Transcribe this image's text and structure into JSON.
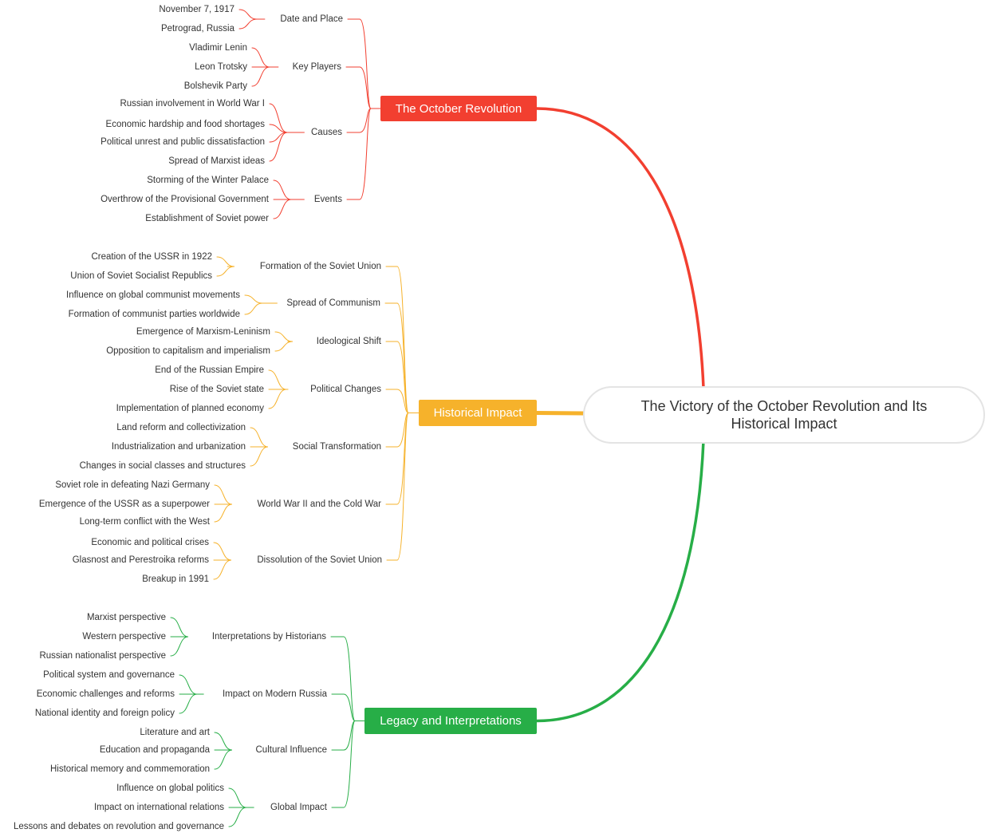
{
  "root": {
    "title": "The Victory of the October Revolution and Its Historical Impact"
  },
  "colors": {
    "red": "#f23f30",
    "yellow": "#f6b22b",
    "green": "#27ae47"
  },
  "branches": [
    {
      "label": "The October Revolution",
      "color": "#f23f30",
      "children": [
        {
          "label": "Date and Place",
          "leaves": [
            "November 7, 1917",
            "Petrograd, Russia"
          ]
        },
        {
          "label": "Key Players",
          "leaves": [
            "Vladimir Lenin",
            "Leon Trotsky",
            "Bolshevik Party"
          ]
        },
        {
          "label": "Causes",
          "leaves": [
            "Russian involvement in World War I",
            "Economic hardship and food shortages",
            "Political unrest and public dissatisfaction",
            "Spread of Marxist ideas"
          ]
        },
        {
          "label": "Events",
          "leaves": [
            "Storming of the Winter Palace",
            "Overthrow of the Provisional Government",
            "Establishment of Soviet power"
          ]
        }
      ]
    },
    {
      "label": "Historical Impact",
      "color": "#f6b22b",
      "children": [
        {
          "label": "Formation of the Soviet Union",
          "leaves": [
            "Creation of the USSR in 1922",
            "Union of Soviet Socialist Republics"
          ]
        },
        {
          "label": "Spread of Communism",
          "leaves": [
            "Influence on global communist movements",
            "Formation of communist parties worldwide"
          ]
        },
        {
          "label": "Ideological Shift",
          "leaves": [
            "Emergence of Marxism-Leninism",
            "Opposition to capitalism and imperialism"
          ]
        },
        {
          "label": "Political Changes",
          "leaves": [
            "End of the Russian Empire",
            "Rise of the Soviet state",
            "Implementation of planned economy"
          ]
        },
        {
          "label": "Social Transformation",
          "leaves": [
            "Land reform and collectivization",
            "Industrialization and urbanization",
            "Changes in social classes and structures"
          ]
        },
        {
          "label": "World War II and the Cold War",
          "leaves": [
            "Soviet role in defeating Nazi Germany",
            "Emergence of the USSR as a superpower",
            "Long-term conflict with the West"
          ]
        },
        {
          "label": "Dissolution of the Soviet Union",
          "leaves": [
            "Economic and political crises",
            "Glasnost and Perestroika reforms",
            "Breakup in 1991"
          ]
        }
      ]
    },
    {
      "label": "Legacy and Interpretations",
      "color": "#27ae47",
      "children": [
        {
          "label": "Interpretations by Historians",
          "leaves": [
            "Marxist perspective",
            "Western perspective",
            "Russian nationalist perspective"
          ]
        },
        {
          "label": "Impact on Modern Russia",
          "leaves": [
            "Political system and governance",
            "Economic challenges and reforms",
            "National identity and foreign policy"
          ]
        },
        {
          "label": "Cultural Influence",
          "leaves": [
            "Literature and art",
            "Education and propaganda",
            "Historical memory and commemoration"
          ]
        },
        {
          "label": "Global Impact",
          "leaves": [
            "Influence on global politics",
            "Impact on international relations",
            "Lessons and debates on revolution and governance"
          ]
        }
      ]
    }
  ]
}
